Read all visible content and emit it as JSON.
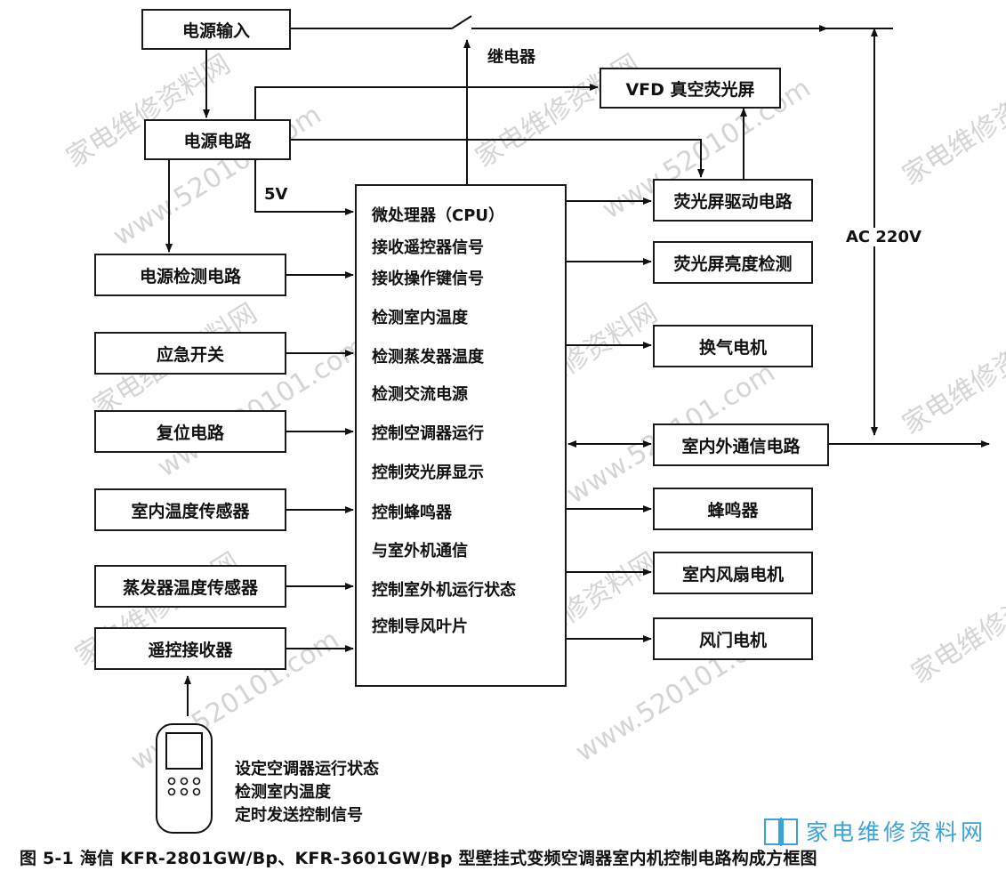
{
  "blocks": {
    "power_input": "电源输入",
    "power_circuit": "电源电路",
    "power_detect": "电源检测电路",
    "emergency_switch": "应急开关",
    "reset_circuit": "复位电路",
    "indoor_temp_sensor": "室内温度传感器",
    "evaporator_temp_sensor": "蒸发器温度传感器",
    "remote_receiver": "遥控接收器",
    "vfd_screen": "VFD 真空荧光屏",
    "vfd_driver": "荧光屏驱动电路",
    "vfd_brightness": "荧光屏亮度检测",
    "vent_motor": "换气电机",
    "comm_circuit": "室内外通信电路",
    "buzzer": "蜂鸣器",
    "indoor_fan_motor": "室内风扇电机",
    "damper_motor": "风门电机"
  },
  "cpu_lines": [
    "微处理器（CPU）",
    "接收遥控器信号",
    "接收操作键信号",
    "检测室内温度",
    "检测蒸发器温度",
    "检测交流电源",
    "控制空调器运行",
    "控制荧光屏显示",
    "控制蜂鸣器",
    "与室外机通信",
    "控制室外机运行状态",
    "控制导风叶片"
  ],
  "labels": {
    "relay": "继电器",
    "five_volt": "5V",
    "ac_220v": "AC 220V"
  },
  "remote_functions": [
    "设定空调器运行状态",
    "检测室内温度",
    "定时发送控制信号"
  ],
  "caption": "图 5-1   海信 KFR-2801GW/Bp、KFR-3601GW/Bp 型壁挂式变频空调器室内机控制电路构成方框图",
  "logo_text": "家电维修资料网",
  "watermark": [
    "家电维修资料网",
    "www.520101.com"
  ]
}
